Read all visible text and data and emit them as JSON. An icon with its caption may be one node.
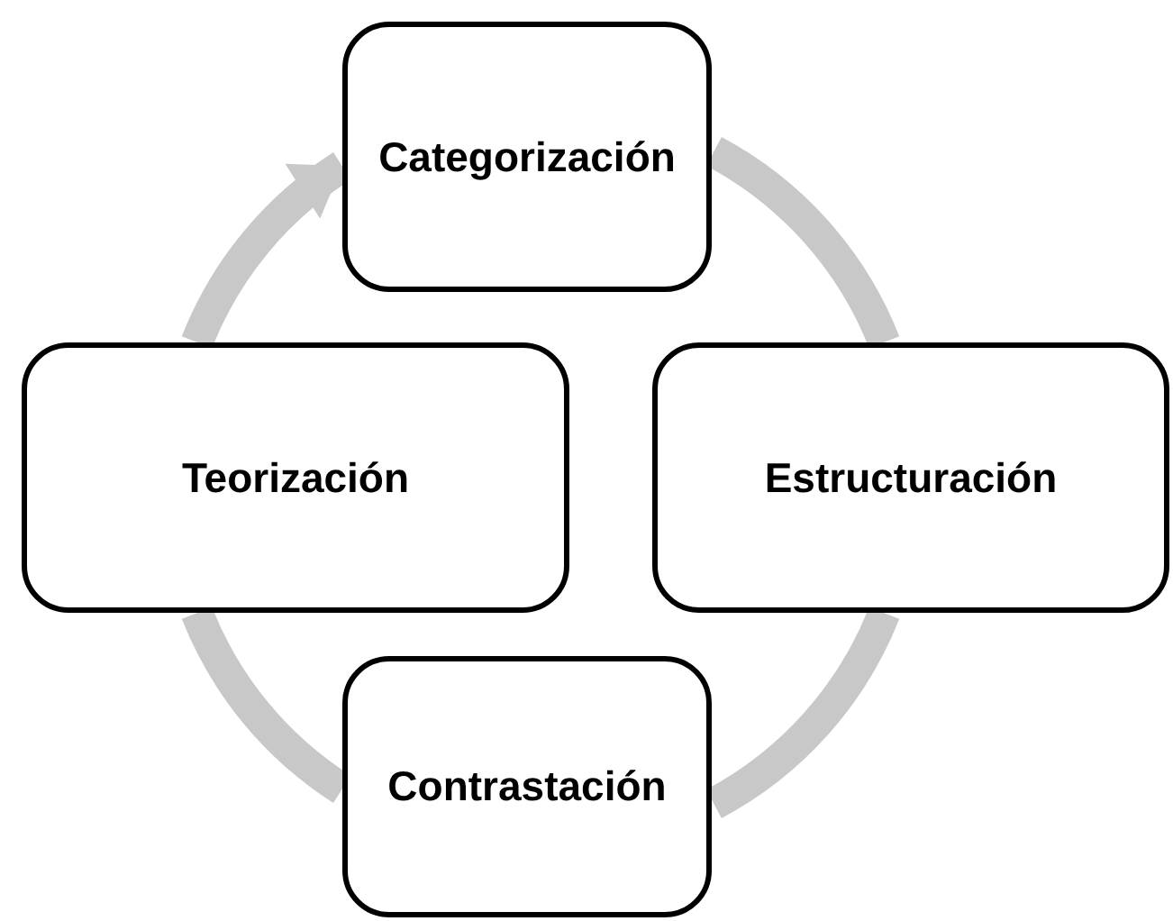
{
  "diagram": {
    "nodes": [
      {
        "text": [
          "Categorización"
        ]
      },
      {
        "text": [
          "Estructuración"
        ]
      },
      {
        "text": [
          "Contrastación"
        ]
      },
      {
        "text": [
          "Teorización"
        ]
      }
    ],
    "edges": [
      {
        "from": 0,
        "to": 1,
        "arrow": "none"
      },
      {
        "from": 1,
        "to": 2,
        "arrow": "none"
      },
      {
        "from": 2,
        "to": 3,
        "arrow": "none"
      },
      {
        "from": 3,
        "to": 0,
        "arrow": "to"
      }
    ]
  }
}
